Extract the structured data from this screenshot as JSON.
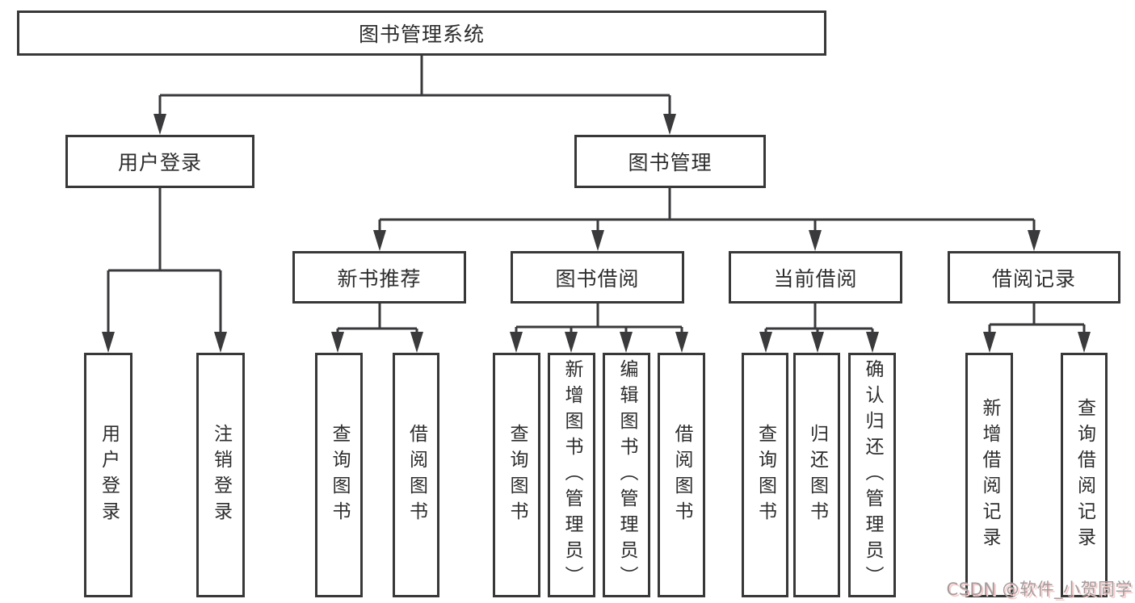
{
  "diagram": {
    "type": "hierarchy-tree",
    "colors": {
      "line": "#3a3a3c",
      "box_border": "#383838",
      "box_fill": "#ffffff",
      "text": "#2d2d2d",
      "watermark_gray": "#9e9e9e",
      "watermark_pink": "#ffc9c9",
      "background": "#ffffff"
    }
  },
  "tree": {
    "label": "图书管理系统",
    "children": [
      {
        "label": "用户登录",
        "children": [
          {
            "label": "用户登录"
          },
          {
            "label": "注销登录"
          }
        ]
      },
      {
        "label": "图书管理",
        "children": [
          {
            "label": "新书推荐",
            "children": [
              {
                "label": "查询图书"
              },
              {
                "label": "借阅图书"
              }
            ]
          },
          {
            "label": "图书借阅",
            "children": [
              {
                "label": "查询图书"
              },
              {
                "label": "新增图书（管理员）"
              },
              {
                "label": "编辑图书（管理员）"
              },
              {
                "label": "借阅图书"
              }
            ]
          },
          {
            "label": "当前借阅",
            "children": [
              {
                "label": "查询图书"
              },
              {
                "label": "归还图书"
              },
              {
                "label": "确认归还（管理员）"
              }
            ]
          },
          {
            "label": "借阅记录",
            "children": [
              {
                "label": "新增借阅记录"
              },
              {
                "label": "查询借阅记录"
              }
            ]
          }
        ]
      }
    ]
  },
  "watermark": {
    "text": "CSDN @软件_小贺同学"
  }
}
